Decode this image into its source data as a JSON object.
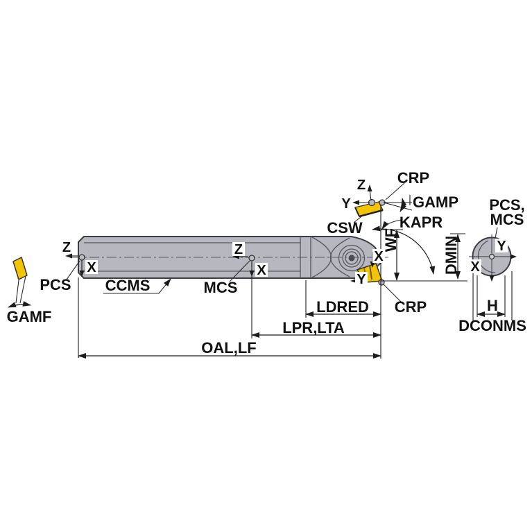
{
  "diagram": {
    "title": "boring-bar-parameter-diagram",
    "dimension_labels": {
      "gamf": "GAMF",
      "pcs": "PCS",
      "ccms": "CCMS",
      "mcs": "MCS",
      "csw": "CSW",
      "crp_top": "CRP",
      "crp_bottom": "CRP",
      "gamp": "GAMP",
      "kapr": "KAPR",
      "wf": "WF",
      "dmin": "DMIN",
      "ldred": "LDRED",
      "lpr_lta": "LPR,LTA",
      "oal_lf": "OAL,LF",
      "h": "H",
      "dconms": "DCONMS",
      "pcs_mcs_line1": "PCS,",
      "pcs_mcs_line2": "MCS"
    },
    "axis_labels": {
      "shank_left": {
        "z": "Z",
        "x": "X"
      },
      "shank_mid": {
        "z": "Z",
        "x": "X"
      },
      "head_front": {
        "x": "X",
        "y": "Y"
      },
      "top_insert": {
        "z": "Z",
        "y": "Y"
      },
      "end_view": {
        "x": "X",
        "y": "Y"
      }
    },
    "colors": {
      "body_gray": "#b7b7bf",
      "body_outline": "#3c3c44",
      "insert_yellow": "#f3c402",
      "line_dark": "#1c1c1c",
      "screw_center": "#4a4a50",
      "point_gray": "#babac2"
    }
  }
}
